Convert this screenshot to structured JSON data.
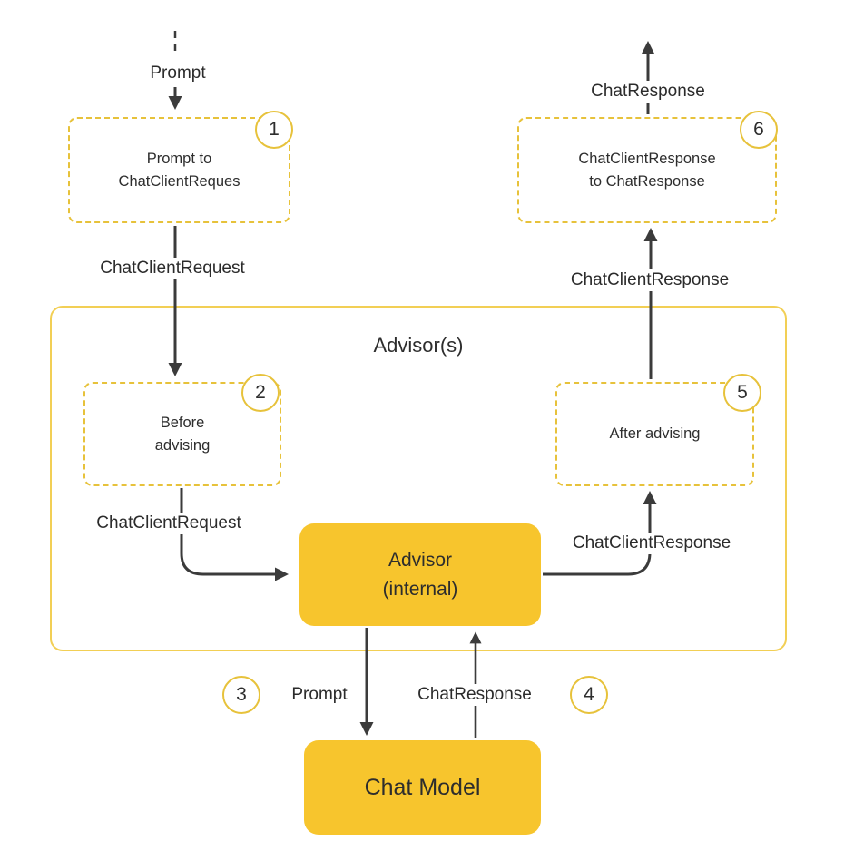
{
  "colors": {
    "gold_fill": "#F7C52D",
    "dashed_border": "#E7C23B",
    "container_border": "#F2CF55",
    "arrow": "#3B3B3B",
    "text": "#2D2D2D"
  },
  "container": {
    "title": "Advisor(s)"
  },
  "nodes": {
    "box1": {
      "number": "1",
      "line1": "Prompt to",
      "line2": "ChatClientReques"
    },
    "box2": {
      "number": "2",
      "line1": "Before",
      "line2": "advising"
    },
    "box5": {
      "number": "5",
      "label": "After advising"
    },
    "box6": {
      "number": "6",
      "line1": "ChatClientResponse",
      "line2": "to ChatResponse"
    },
    "advisor_internal": {
      "line1": "Advisor",
      "line2": "(internal)"
    },
    "chat_model": {
      "label": "Chat Model"
    }
  },
  "badges": {
    "step3": "3",
    "step4": "4"
  },
  "flow_labels": {
    "prompt_top": "Prompt",
    "chat_client_request_top": "ChatClientRequest",
    "chat_client_request_inner": "ChatClientRequest",
    "chat_client_response_inner": "ChatClientResponse",
    "chat_client_response_top": "ChatClientResponse",
    "chat_response_top": "ChatResponse",
    "prompt_mid": "Prompt",
    "chat_response_mid": "ChatResponse"
  }
}
